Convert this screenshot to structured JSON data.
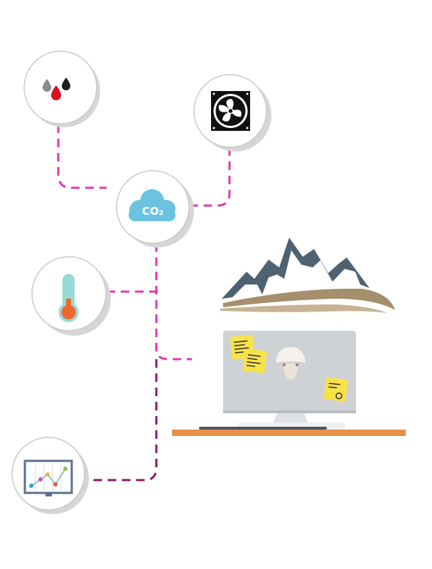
{
  "nodes": {
    "humidity": {
      "icon": "water-drops-icon"
    },
    "fan": {
      "icon": "ventilation-fan-icon"
    },
    "co2": {
      "icon": "co2-cloud-icon",
      "label": "CO₂"
    },
    "temperature": {
      "icon": "thermometer-icon"
    },
    "chart": {
      "icon": "line-chart-monitor-icon"
    }
  },
  "scene": {
    "logo": "mountain-logo",
    "monitor": {
      "icon": "mushroom-icon",
      "notes": [
        "sticky-note",
        "sticky-note",
        "sticky-note"
      ]
    }
  },
  "colors": {
    "connector_pink": "#e535b1",
    "connector_purple": "#8a1868",
    "circle_fill": "#ffffff",
    "circle_stroke": "#c6c6c6",
    "circle_shadow": "#d6d6d6",
    "cloud": "#6bc3e0",
    "thermo_tube": "#95dad4",
    "thermo_bulb": "#f0662e",
    "mountain": "#4f6272",
    "hill_tan": "#a68f6c",
    "monitor_screen": "#cfd2d5",
    "sticky": "#f8e24a",
    "desk": "#e8904a"
  }
}
